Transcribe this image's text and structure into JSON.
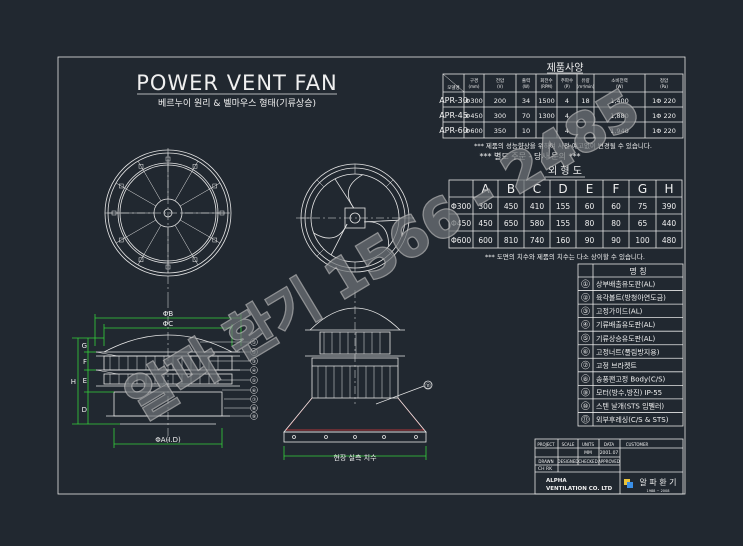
{
  "title": "POWER VENT FAN",
  "subtitle": "베르누이 원리 & 벨마우스 형태(기류상승)",
  "spec_table": {
    "title": "제품사양",
    "headers": [
      "모델명",
      "구경",
      "전압",
      "출력",
      "회전수",
      "주파수",
      "유량",
      "소비전력",
      "정압"
    ],
    "header_units": [
      "",
      "(mm)",
      "(V)",
      "(W)",
      "(RPM)",
      "(P)",
      "(m³/min)",
      "(W)",
      "(Pa)"
    ],
    "rows": [
      [
        "APR-30",
        "Φ300",
        "200",
        "34",
        "1500",
        "4",
        "18",
        "1,400",
        "1Φ 220"
      ],
      [
        "APR-45",
        "Φ450",
        "300",
        "70",
        "1300",
        "4",
        "",
        "1,880",
        "1Φ 220"
      ],
      [
        "APR-60",
        "Φ600",
        "350",
        "10",
        "",
        "4",
        "",
        "1,940",
        "1Φ 220"
      ]
    ],
    "note1": "*** 제품의 성능향상을 위하여 사전 예고없이 변경될 수 있습니다.",
    "note2": "*** 별도 주문 - 당사 문의 ***"
  },
  "outline_table": {
    "title": "외 형 도",
    "headers": [
      "",
      "A",
      "B",
      "C",
      "D",
      "E",
      "F",
      "G",
      "H"
    ],
    "rows": [
      [
        "Φ300",
        "300",
        "450",
        "410",
        "155",
        "60",
        "60",
        "75",
        "390"
      ],
      [
        "Φ450",
        "450",
        "650",
        "580",
        "155",
        "80",
        "80",
        "65",
        "440"
      ],
      [
        "Φ600",
        "600",
        "810",
        "740",
        "160",
        "90",
        "90",
        "100",
        "480"
      ]
    ],
    "note": "*** 도면의 치수와 제품의 치수는 다소 상이할 수 있습니다."
  },
  "parts": {
    "title": "명 칭",
    "items": [
      {
        "num": "①",
        "name": "상부배출유도판(AL)"
      },
      {
        "num": "②",
        "name": "육각볼트(방청아연도금)"
      },
      {
        "num": "③",
        "name": "고정가이드(AL)"
      },
      {
        "num": "④",
        "name": "기류배출유도판(AL)"
      },
      {
        "num": "⑤",
        "name": "기류상승유도판(AL)"
      },
      {
        "num": "⑥",
        "name": "고정너트(풀림방지용)"
      },
      {
        "num": "⑦",
        "name": "고정 브라켓트"
      },
      {
        "num": "⑧",
        "name": "송풍팬고정 Body(C/S)"
      },
      {
        "num": "⑨",
        "name": "모터(방수,방진) IP-55"
      },
      {
        "num": "⑩",
        "name": "스텐 날개(STS 임펠러)"
      },
      {
        "num": "⑪",
        "name": "외부후레싱(C/S & STS)"
      }
    ]
  },
  "dimensions": {
    "B": "ΦB",
    "C": "ΦC",
    "A": "ΦA(I.D)",
    "H": "H",
    "E": "E",
    "F": "F",
    "G": "G",
    "D": "D",
    "roof_note": "현장 실측 치수",
    "callout": "⑪"
  },
  "title_block": {
    "labels": [
      "PROJECT",
      "SCALE",
      "UNITS",
      "DATA",
      "CUSTOMER"
    ],
    "units_value": "MM",
    "date_value": "2001.07",
    "labels2": [
      "DRAWN",
      "DESIGNED",
      "CHECKED",
      "APPROVED"
    ],
    "check": "CH  RK",
    "company_line1": "ALPHA",
    "company_line2": "VENTILATION CO. LTD",
    "logo_text": "알 파 환 기",
    "logo_sub": "1988 ~ 2008"
  },
  "watermark": "알파 환기 1566 - 2485",
  "colors": {
    "background": "#212830",
    "line": "#e6e6e6",
    "dimension": "#34d13a",
    "hatch": "#e03a3a",
    "watermark": "#9a9a9a",
    "logo": "#e8c23a"
  }
}
